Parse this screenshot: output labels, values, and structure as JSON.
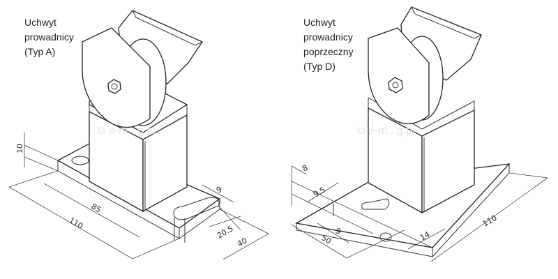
{
  "figures": [
    {
      "caption": [
        "Uchwyt",
        "prowadnicy",
        "(Typ A)"
      ],
      "dimensions": {
        "height": "10",
        "inner": "85",
        "outer": "110",
        "slot_width": "9",
        "slot_length": "20.5",
        "width": "40"
      }
    },
    {
      "caption": [
        "Uchwyt",
        "prowadnicy",
        "poprzeczny",
        "(Typ D)"
      ],
      "dimensions": {
        "height": "8",
        "slot_offset": "9.5",
        "slot_width": "9",
        "width": "50",
        "slot_length": "14",
        "outer": "110"
      }
    }
  ]
}
